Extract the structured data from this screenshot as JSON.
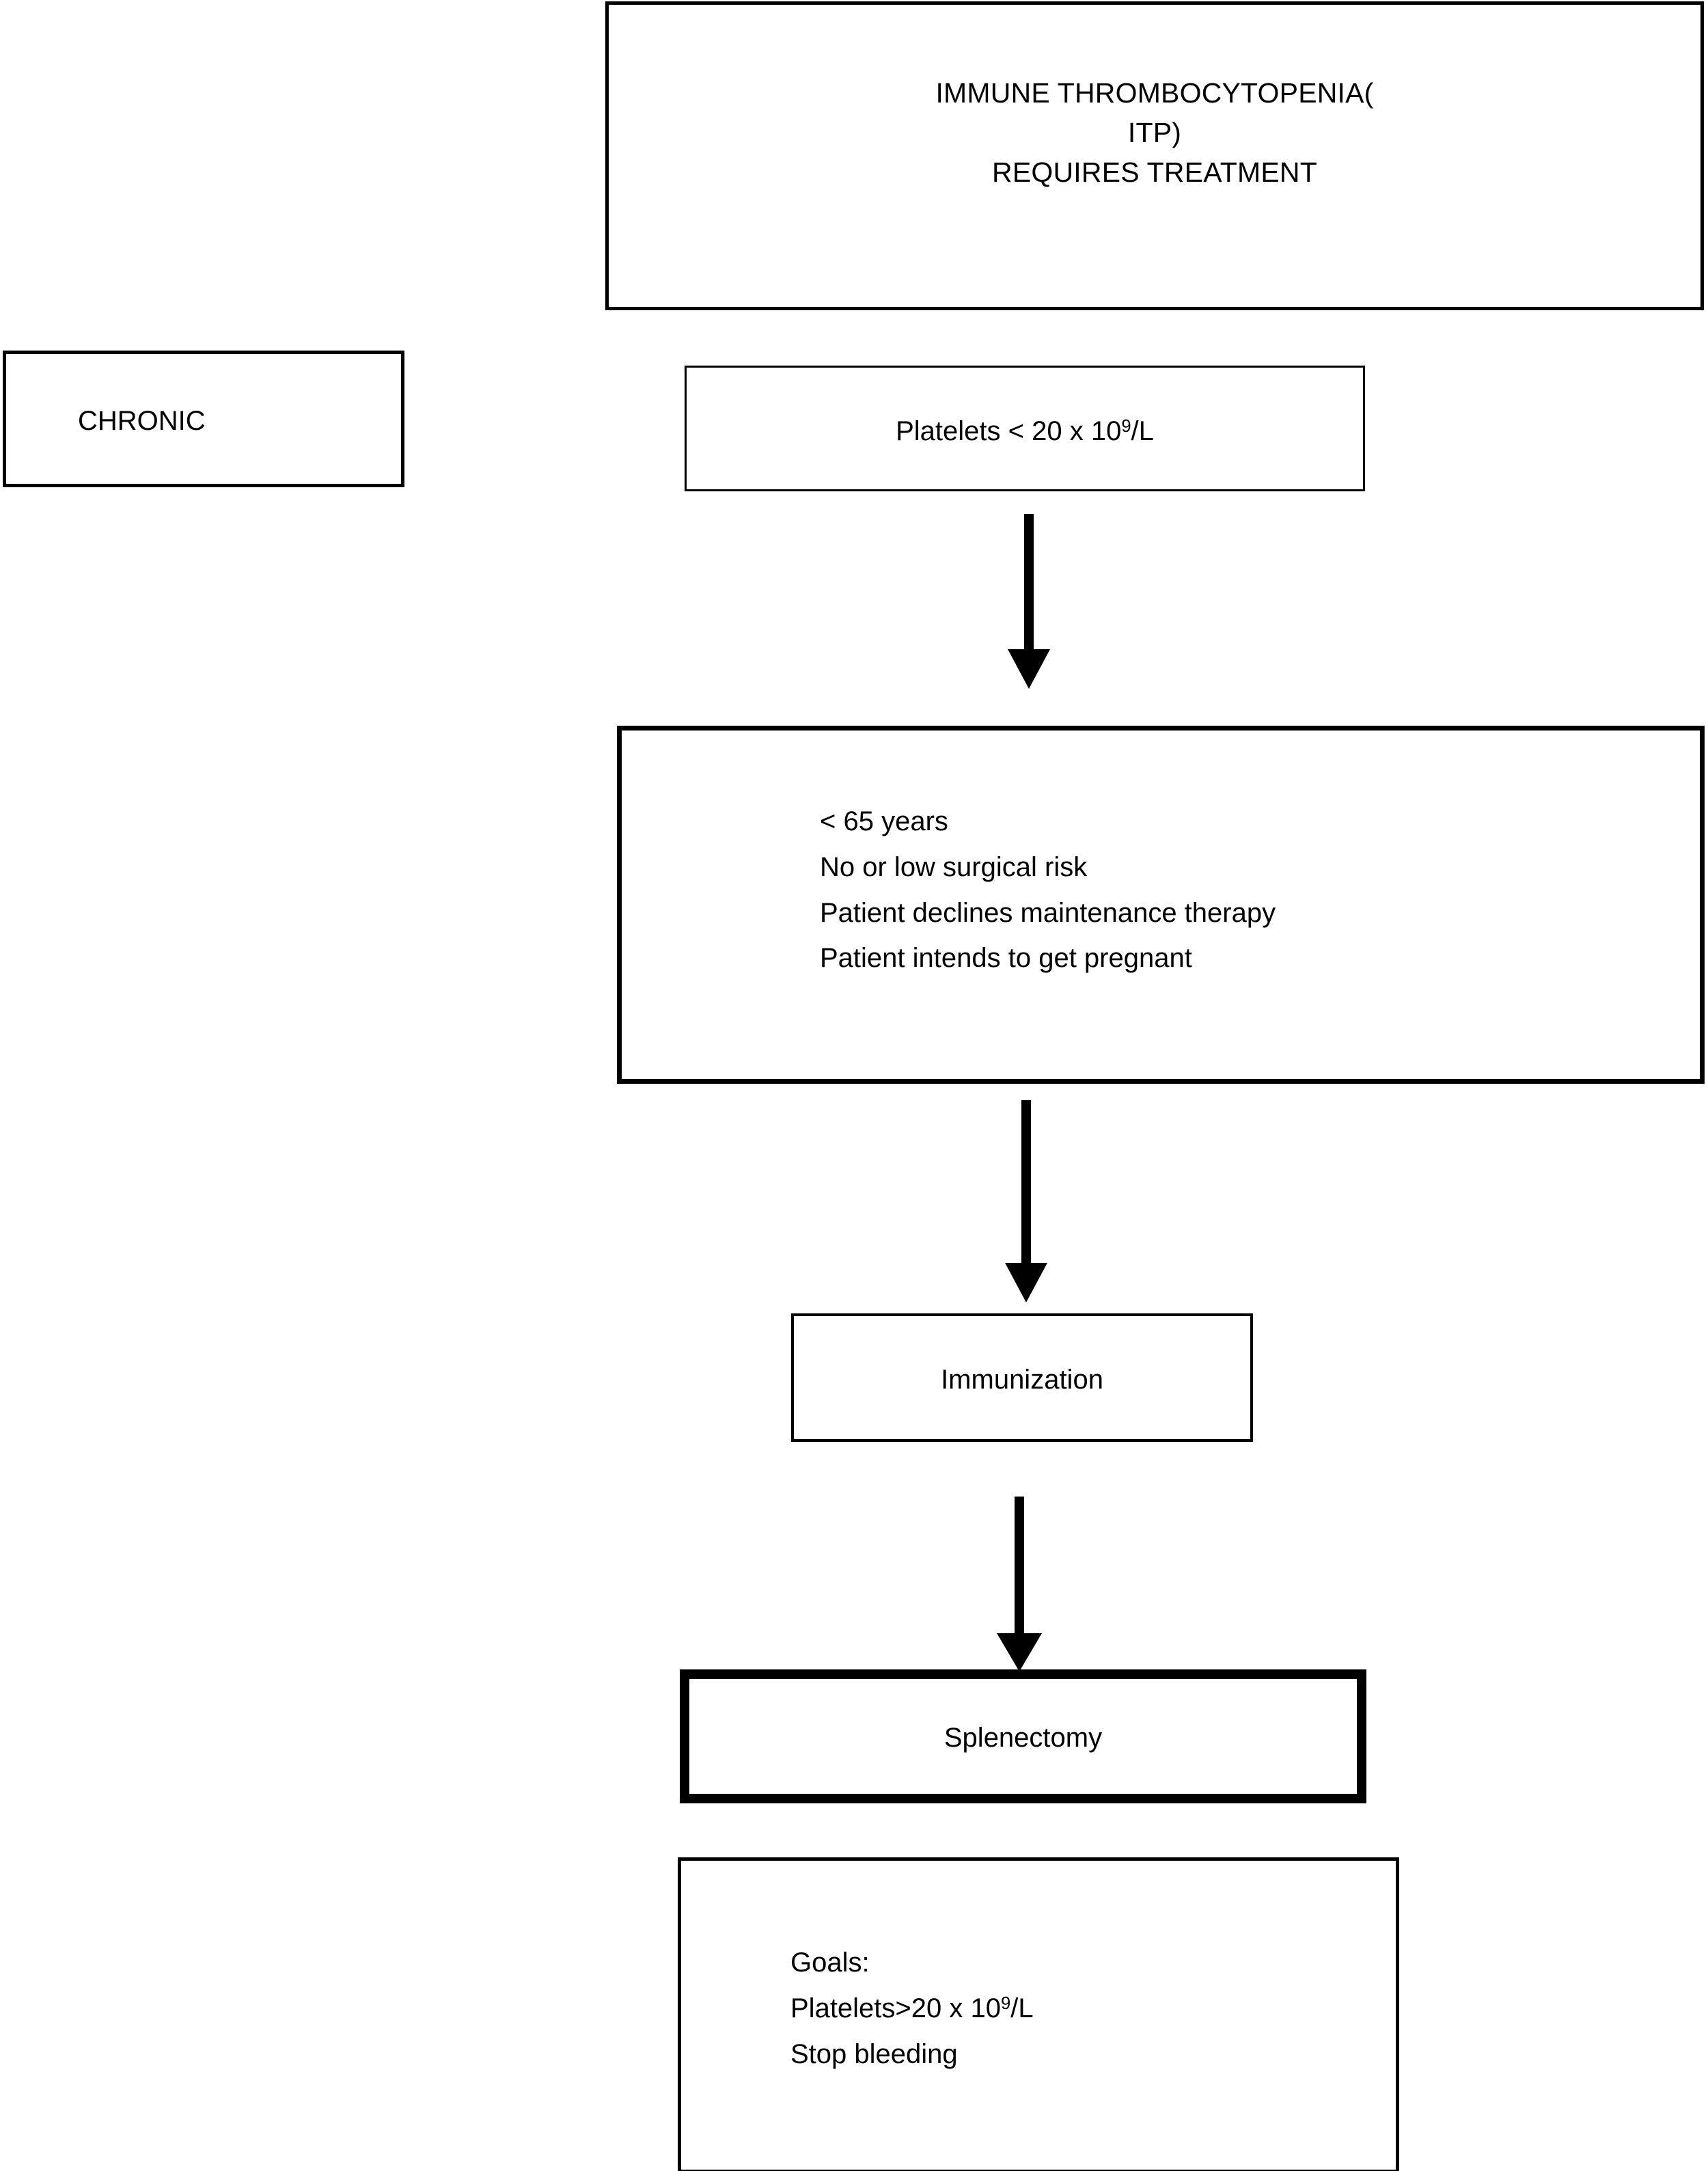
{
  "diagram": {
    "title": "Immune Thrombocytopenia (ITP) chronic treatment / splenectomy pathway",
    "nodes": {
      "title_box": {
        "line1": "IMMUNE THROMBOCYTOPENIA(",
        "line2": "ITP)",
        "line3": "REQUIRES TREATMENT"
      },
      "chronic_box": {
        "label": "CHRONIC"
      },
      "platelets_box": {
        "prefix": "Platelets < 20 x 10",
        "exponent": "9",
        "suffix": "/L"
      },
      "criteria_box": {
        "line1": "< 65 years",
        "line2": "No or low surgical risk",
        "line3": "Patient declines maintenance therapy",
        "line4": "Patient intends to get pregnant"
      },
      "immunization_box": {
        "label": "Immunization"
      },
      "splenectomy_box": {
        "label": "Splenectomy"
      },
      "goals_box": {
        "line1": "Goals:",
        "line2_prefix": "Platelets>20 x 10",
        "line2_exponent": "9",
        "line2_suffix": "/L",
        "line3": "Stop bleeding"
      }
    },
    "edges": [
      {
        "name": "platelets-to-criteria",
        "from": "platelets_box",
        "to": "criteria_box",
        "style": "solid-arrow-down"
      },
      {
        "name": "criteria-to-immunization",
        "from": "criteria_box",
        "to": "immunization_box",
        "style": "solid-arrow-down"
      },
      {
        "name": "immunization-to-splenectomy",
        "from": "immunization_box",
        "to": "splenectomy_box",
        "style": "solid-arrow-down"
      }
    ],
    "colors": {
      "stroke": "#000000",
      "fill": "#ffffff",
      "text": "#000000"
    }
  }
}
